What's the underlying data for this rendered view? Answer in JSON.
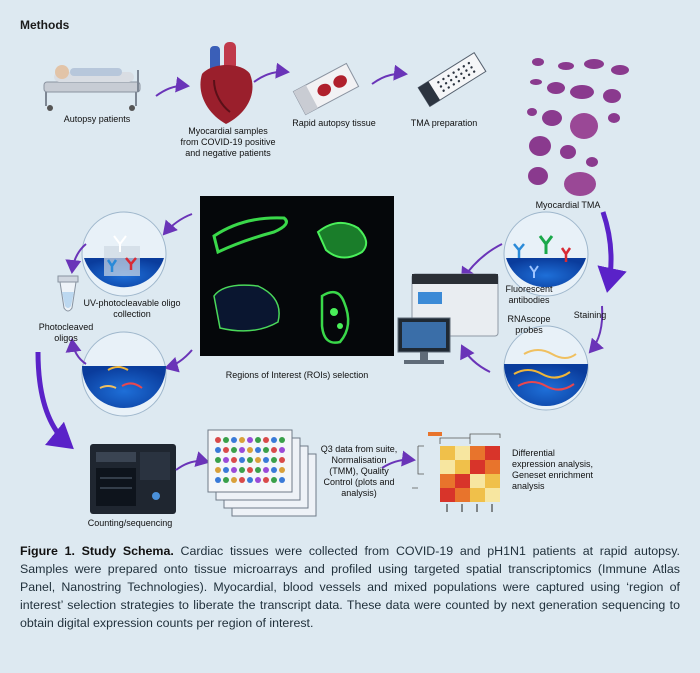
{
  "section_title": "Methods",
  "steps": {
    "autopsy": "Autopsy patients",
    "myocardial_samples": "Myocardial samples from COVID-19 positive and negative patients",
    "rapid_tissue": "Rapid autopsy tissue",
    "tma_prep": "TMA preparation",
    "myocardial_tma": "Myocardial TMA",
    "staining": "Staining",
    "fluorescent": "Fluorescent antibodies",
    "rnascope": "RNAscope probes",
    "roi": "Regions of Interest (ROIs) selection",
    "uv_oligo": "UV-photocleavable oligo collection",
    "photocleaved": "Photocleaved oligos",
    "counting": "Counting/sequencing",
    "q3": "Q3 data from suite, Normalisation (TMM), Quality Control (plots and analysis)",
    "diff": "Differential expression analysis, Geneset enrichment analysis"
  },
  "caption": {
    "label": "Figure 1. Study Schema.",
    "text": "Cardiac tissues were collected from COVID-19 and pH1N1 patients at rapid autopsy. Samples were prepared onto tissue microarrays and profiled using targeted spatial transcriptomics (Immune Atlas Panel, Nanostring Technologies). Myocardial, blood vessels and mixed populations were captured using ‘region of interest’ selection strategies to liberate the transcript data. These data were counted by next generation sequencing to obtain digital expression counts per region of interest."
  },
  "colors": {
    "arrow": "#6a34b8",
    "big_arrow": "#5a22c8",
    "background": "#dde9f1"
  }
}
